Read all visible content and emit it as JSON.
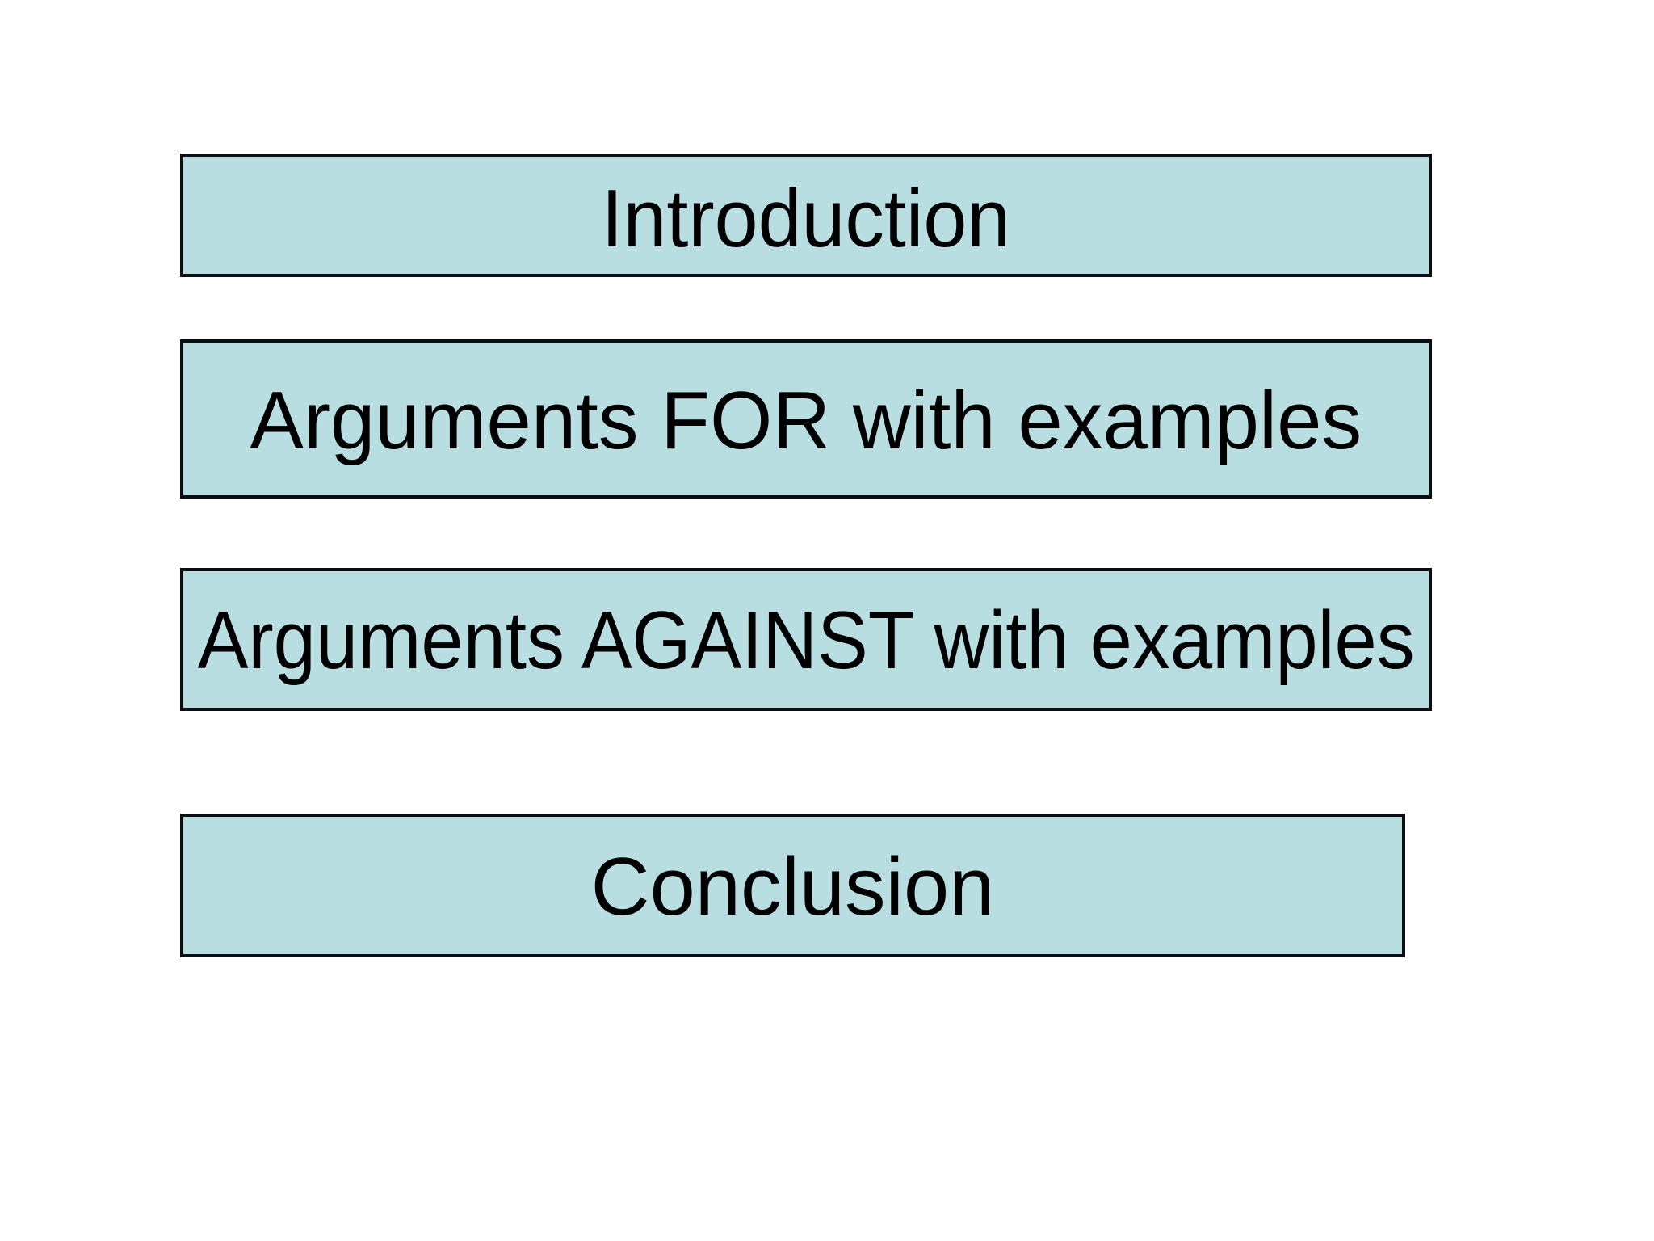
{
  "slide": {
    "background_color": "#ffffff",
    "box_fill_color": "#b8dee1",
    "box_border_color": "#0b0f14",
    "text_color": "#000000",
    "boxes": [
      {
        "id": "introduction",
        "label": "Introduction"
      },
      {
        "id": "arguments-for",
        "label": "Arguments FOR with examples"
      },
      {
        "id": "arguments-against",
        "label": "Arguments AGAINST with examples"
      },
      {
        "id": "conclusion",
        "label": "Conclusion"
      }
    ]
  }
}
